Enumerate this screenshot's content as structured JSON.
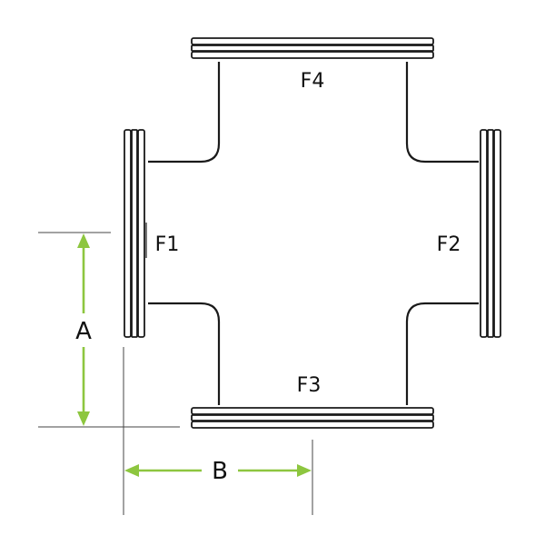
{
  "labels": {
    "f1": "F1",
    "f2": "F2",
    "f3": "F3",
    "f4": "F4"
  },
  "dimensions": {
    "a": "A",
    "b": "B"
  },
  "colors": {
    "line": "#1a1a1a",
    "dimension_arrow": "#8dc63f",
    "extension_line": "#444444",
    "background": "#ffffff"
  }
}
